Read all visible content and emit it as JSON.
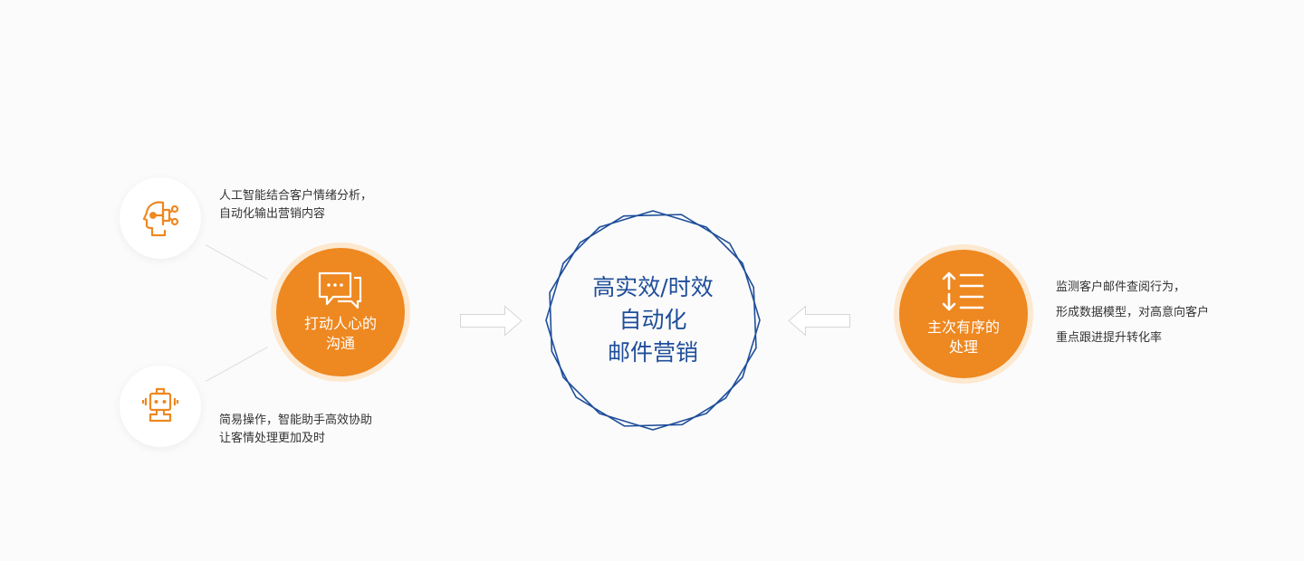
{
  "colors": {
    "accent_orange": "#ee8820",
    "orange_halo": "#fde8d0",
    "center_blue": "#1f4e9a",
    "arrow_outline": "#d6d6d6",
    "connector_line": "#dcdcdc"
  },
  "left": {
    "feature_top": {
      "icon": "ai-head-icon",
      "lines": [
        "人工智能结合客户情绪分析，",
        "自动化输出营销内容"
      ]
    },
    "feature_bottom": {
      "icon": "robot-icon",
      "lines": [
        "简易操作，智能助手高效协助",
        "让客情处理更加及时"
      ]
    },
    "hub": {
      "icon": "chat-bubbles-icon",
      "lines": [
        "打动人心的",
        "沟通"
      ]
    }
  },
  "center": {
    "lines": [
      "高实效/时效",
      "自动化",
      "邮件营销"
    ]
  },
  "right": {
    "hub": {
      "icon": "sort-list-icon",
      "lines": [
        "主次有序的",
        "处理"
      ]
    },
    "description": {
      "lines": [
        "监测客户邮件查阅行为，",
        "形成数据模型，对高意向客户",
        "重点跟进提升转化率"
      ]
    }
  },
  "arrows": {
    "left": "arrow-right-outline",
    "right": "arrow-left-outline"
  }
}
